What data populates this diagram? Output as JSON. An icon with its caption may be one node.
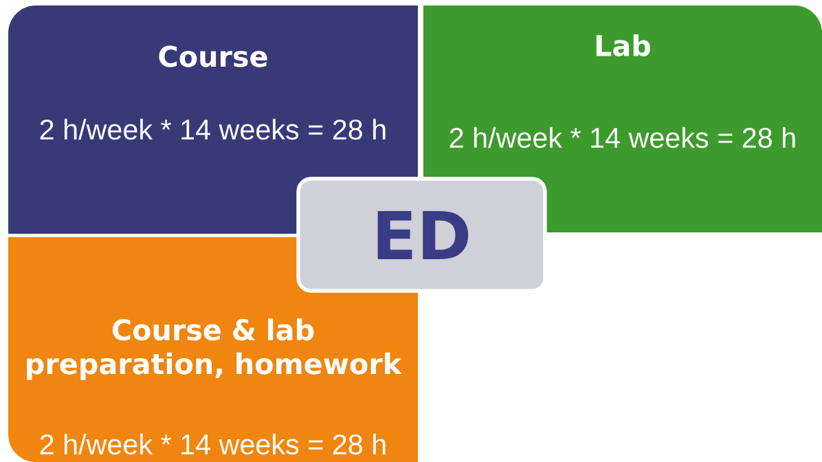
{
  "diagram": {
    "nodes": [
      {
        "text": [
          "Course",
          "2 h/week * 14 weeks = 28 h"
        ]
      },
      {
        "text": [
          "Lab",
          "2 h/week * 14 weeks = 28 h"
        ]
      },
      {
        "text": [
          "ED"
        ]
      },
      {
        "text": [
          "Course & lab preparation, homework",
          "2 h/week * 14 weeks = 28 h"
        ]
      }
    ]
  }
}
